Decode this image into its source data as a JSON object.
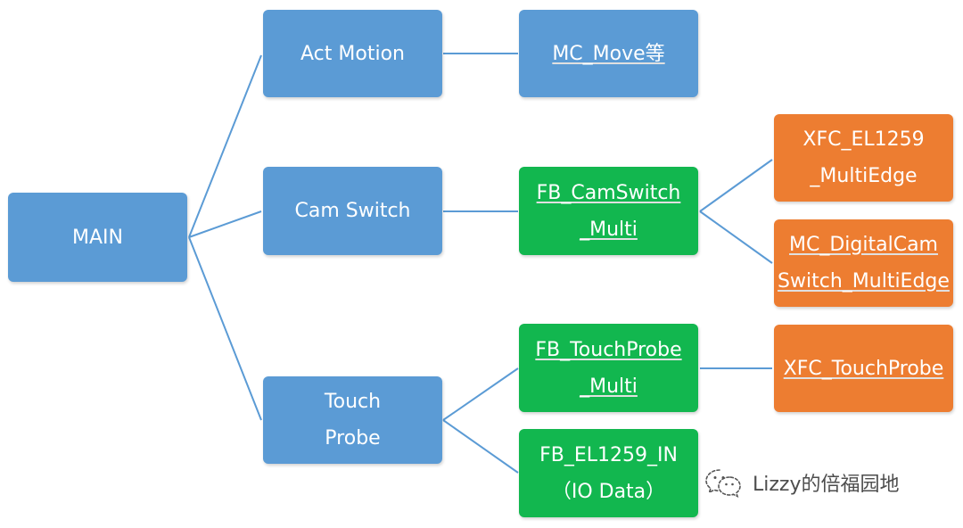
{
  "diagram": {
    "nodes": {
      "main": {
        "lines": [
          "MAIN"
        ]
      },
      "act_motion": {
        "lines": [
          "Act Motion"
        ]
      },
      "mc_move": {
        "lines": [
          "MC_Move等"
        ]
      },
      "cam_switch": {
        "lines": [
          "Cam Switch"
        ]
      },
      "fb_camswitch_multi": {
        "lines": [
          "FB_CamSwitch",
          "_Multi"
        ]
      },
      "xfc_el1259_multiedge": {
        "lines": [
          "XFC_EL1259",
          "_MultiEdge"
        ]
      },
      "mc_digitalcamswitch_multiedge": {
        "lines": [
          "MC_DigitalCam",
          "Switch_MultiEdge"
        ]
      },
      "touch_probe": {
        "lines": [
          "Touch",
          "Probe"
        ]
      },
      "fb_touchprobe_multi": {
        "lines": [
          "FB_TouchProbe",
          "_Multi"
        ]
      },
      "xfc_touchprobe": {
        "lines": [
          "XFC_TouchProbe"
        ]
      },
      "fb_el1259_in": {
        "lines": [
          "FB_EL1259_IN",
          "（IO Data）"
        ]
      }
    },
    "edges": [
      [
        "main",
        "act_motion"
      ],
      [
        "main",
        "cam_switch"
      ],
      [
        "main",
        "touch_probe"
      ],
      [
        "act_motion",
        "mc_move"
      ],
      [
        "cam_switch",
        "fb_camswitch_multi"
      ],
      [
        "fb_camswitch_multi",
        "xfc_el1259_multiedge"
      ],
      [
        "fb_camswitch_multi",
        "mc_digitalcamswitch_multiedge"
      ],
      [
        "touch_probe",
        "fb_touchprobe_multi"
      ],
      [
        "touch_probe",
        "fb_el1259_in"
      ],
      [
        "fb_touchprobe_multi",
        "xfc_touchprobe"
      ]
    ]
  },
  "watermark": {
    "icon": "wechat-icon",
    "text": "Lizzy的倍福园地"
  },
  "colors": {
    "blue": "#5b9bd5",
    "green": "#12b74f",
    "orange": "#ed7d31",
    "connector": "#5b9bd5"
  }
}
